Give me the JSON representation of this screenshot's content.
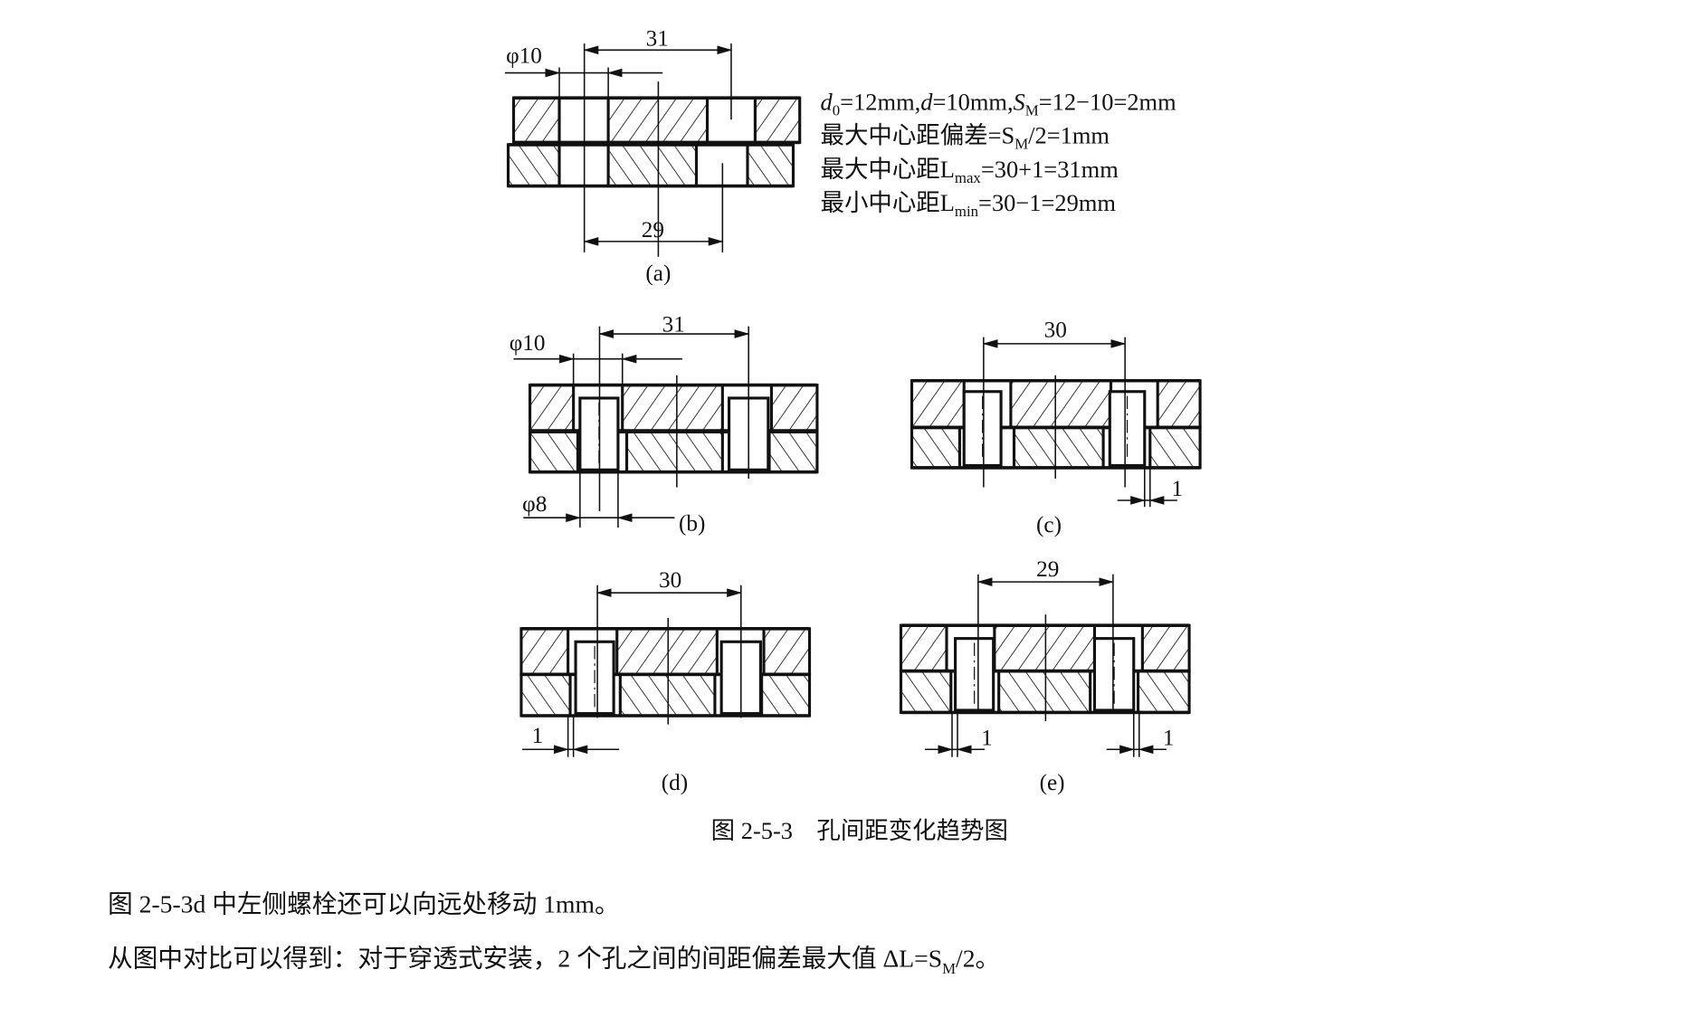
{
  "figure": {
    "a": {
      "label": "(a)",
      "dim_top": "31",
      "dim_bottom": "29",
      "dia": "φ10",
      "notes": [
        {
          "pre": "d",
          "sub": "0",
          "post": "=12mm,",
          "pre2": "d",
          "post2": "=10mm,",
          "pre3": "S",
          "sub3": "M",
          "post3": "=12−10=2mm"
        },
        {
          "pre": "最大中心距偏差=S",
          "sub": "M",
          "post": "/2=1mm"
        },
        {
          "pre": "最大中心距L",
          "sub": "max",
          "post": "=30+1=31mm"
        },
        {
          "pre": "最小中心距L",
          "sub": "min",
          "post": "=30−1=29mm"
        }
      ]
    },
    "b": {
      "label": "(b)",
      "dim_top": "31",
      "dia_hole": "φ10",
      "dia_bolt": "φ8"
    },
    "c": {
      "label": "(c)",
      "dim_top": "30",
      "offset": "1"
    },
    "d": {
      "label": "(d)",
      "dim_top": "30",
      "offset": "1"
    },
    "e": {
      "label": "(e)",
      "dim_top": "29",
      "offset_left": "1",
      "offset_right": "1"
    },
    "caption": "图 2-5-3　孔间距变化趋势图"
  },
  "body": {
    "line1": "图 2-5-3d 中左侧螺栓还可以向远处移动 1mm。",
    "line2_pre": "从图中对比可以得到：对于穿透式安装，2 个孔之间的间距偏差最大值 ΔL=S",
    "line2_sub": "M",
    "line2_post": "/2。"
  }
}
